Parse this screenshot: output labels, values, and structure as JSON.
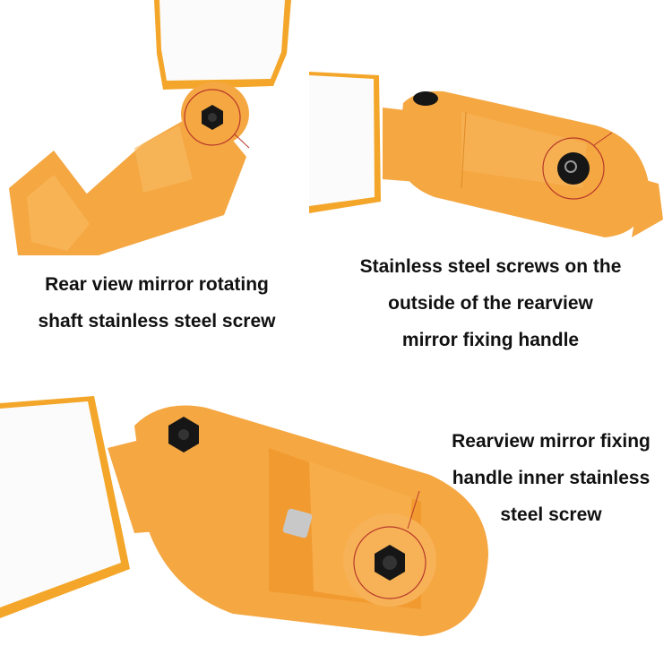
{
  "colors": {
    "background": "#ffffff",
    "plastic_orange": "#f5a742",
    "plastic_light": "#f9bd66",
    "plastic_dark": "#e08a24",
    "mirror_frame": "#f3a629",
    "mirror_glass": "#fbfbfb",
    "screw_black": "#161616",
    "screw_silver": "#c8c8c8",
    "callout_line": "#b8382a",
    "caption_text": "#111111"
  },
  "panels": [
    {
      "id": "rotating-shaft",
      "caption_lines": [
        "Rear view mirror rotating",
        "shaft stainless steel screw"
      ]
    },
    {
      "id": "outside-handle",
      "caption_lines": [
        "Stainless steel screws on the",
        "outside of the rearview",
        "mirror fixing handle"
      ]
    },
    {
      "id": "inner-handle",
      "caption_lines": [
        "Rearview mirror fixing",
        "handle inner stainless",
        "steel screw"
      ]
    }
  ]
}
